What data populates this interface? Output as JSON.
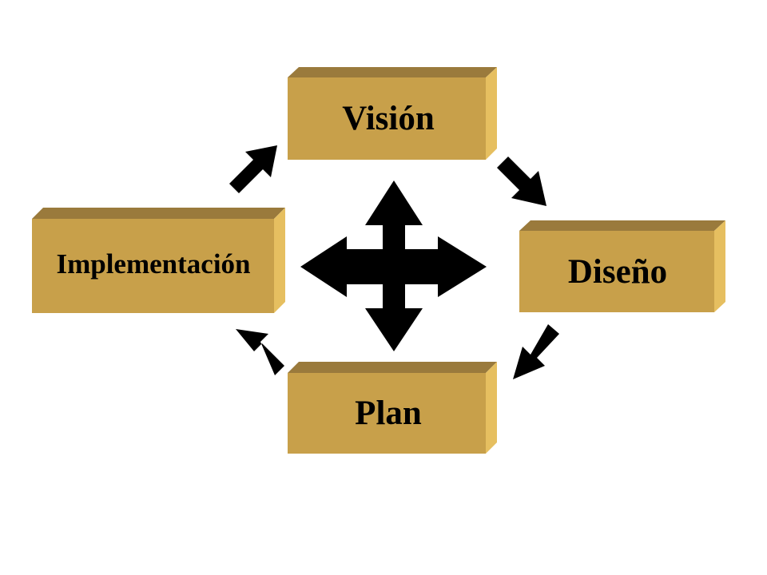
{
  "diagram": {
    "boxes": [
      {
        "id": "vision",
        "label": "Visión"
      },
      {
        "id": "design",
        "label": "Diseño"
      },
      {
        "id": "plan",
        "label": "Plan"
      },
      {
        "id": "implementation",
        "label": "Implementación"
      }
    ],
    "cycle_arrows": [
      {
        "from": "implementation",
        "to": "vision"
      },
      {
        "from": "vision",
        "to": "design"
      },
      {
        "from": "design",
        "to": "plan"
      },
      {
        "from": "plan",
        "to": "implementation"
      }
    ],
    "center_symbol": "four-way-arrow",
    "colors": {
      "box_front": "#c8a04a",
      "box_top": "#9a7a3c",
      "box_side": "#e6bf60",
      "text": "#000000",
      "arrow": "#000000"
    }
  }
}
